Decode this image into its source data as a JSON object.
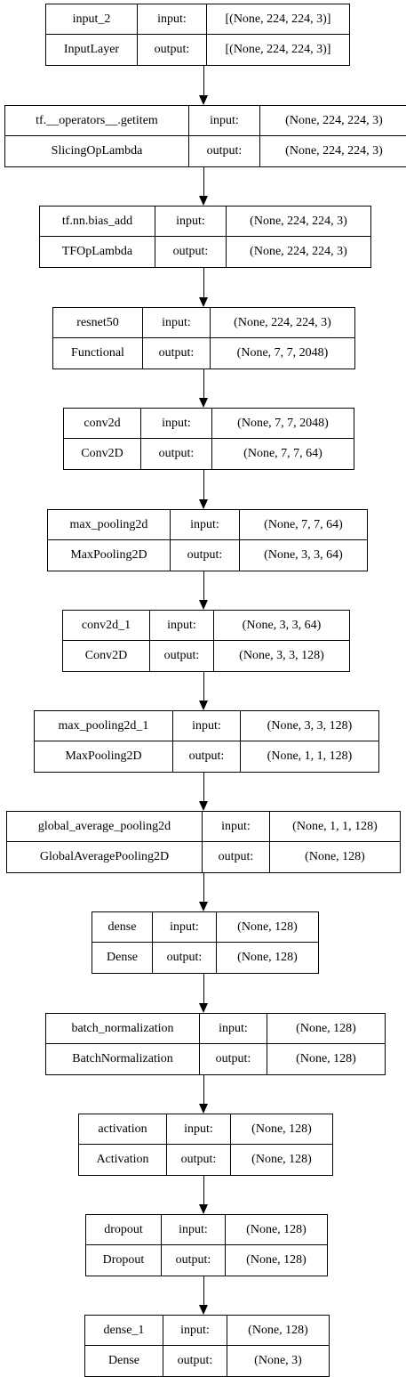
{
  "layers": [
    {
      "name": "input_2",
      "type": "InputLayer",
      "input_label": "input:",
      "output_label": "output:",
      "input_shape": "[(None, 224, 224, 3)]",
      "output_shape": "[(None, 224, 224, 3)]"
    },
    {
      "name": "tf.__operators__.getitem",
      "type": "SlicingOpLambda",
      "input_label": "input:",
      "output_label": "output:",
      "input_shape": "(None, 224, 224, 3)",
      "output_shape": "(None, 224, 224, 3)"
    },
    {
      "name": "tf.nn.bias_add",
      "type": "TFOpLambda",
      "input_label": "input:",
      "output_label": "output:",
      "input_shape": "(None, 224, 224, 3)",
      "output_shape": "(None, 224, 224, 3)"
    },
    {
      "name": "resnet50",
      "type": "Functional",
      "input_label": "input:",
      "output_label": "output:",
      "input_shape": "(None, 224, 224, 3)",
      "output_shape": "(None, 7, 7, 2048)"
    },
    {
      "name": "conv2d",
      "type": "Conv2D",
      "input_label": "input:",
      "output_label": "output:",
      "input_shape": "(None, 7, 7, 2048)",
      "output_shape": "(None, 7, 7, 64)"
    },
    {
      "name": "max_pooling2d",
      "type": "MaxPooling2D",
      "input_label": "input:",
      "output_label": "output:",
      "input_shape": "(None, 7, 7, 64)",
      "output_shape": "(None, 3, 3, 64)"
    },
    {
      "name": "conv2d_1",
      "type": "Conv2D",
      "input_label": "input:",
      "output_label": "output:",
      "input_shape": "(None, 3, 3, 64)",
      "output_shape": "(None, 3, 3, 128)"
    },
    {
      "name": "max_pooling2d_1",
      "type": "MaxPooling2D",
      "input_label": "input:",
      "output_label": "output:",
      "input_shape": "(None, 3, 3, 128)",
      "output_shape": "(None, 1, 1, 128)"
    },
    {
      "name": "global_average_pooling2d",
      "type": "GlobalAveragePooling2D",
      "input_label": "input:",
      "output_label": "output:",
      "input_shape": "(None, 1, 1, 128)",
      "output_shape": "(None, 128)"
    },
    {
      "name": "dense",
      "type": "Dense",
      "input_label": "input:",
      "output_label": "output:",
      "input_shape": "(None, 128)",
      "output_shape": "(None, 128)"
    },
    {
      "name": "batch_normalization",
      "type": "BatchNormalization",
      "input_label": "input:",
      "output_label": "output:",
      "input_shape": "(None, 128)",
      "output_shape": "(None, 128)"
    },
    {
      "name": "activation",
      "type": "Activation",
      "input_label": "input:",
      "output_label": "output:",
      "input_shape": "(None, 128)",
      "output_shape": "(None, 128)"
    },
    {
      "name": "dropout",
      "type": "Dropout",
      "input_label": "input:",
      "output_label": "output:",
      "input_shape": "(None, 128)",
      "output_shape": "(None, 128)"
    },
    {
      "name": "dense_1",
      "type": "Dense",
      "input_label": "input:",
      "output_label": "output:",
      "input_shape": "(None, 128)",
      "output_shape": "(None, 3)"
    }
  ]
}
